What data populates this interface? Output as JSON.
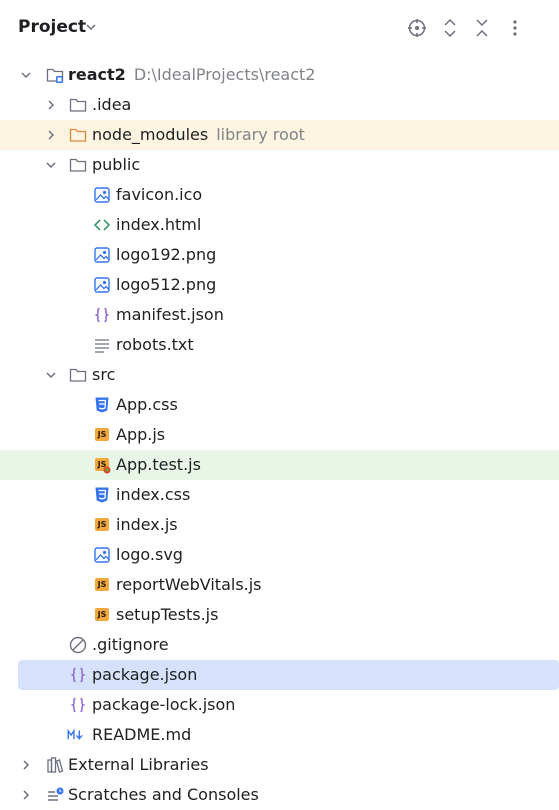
{
  "panel": {
    "title": "Project"
  },
  "header_icons": [
    "crosshair-icon",
    "expand-collapse-icon",
    "close-icon",
    "more-icon"
  ],
  "tree": {
    "root": {
      "label": "react2",
      "path": "D:\\IdealProjects\\react2"
    },
    "idea": {
      "label": ".idea"
    },
    "node_modules": {
      "label": "node_modules",
      "note": "library root"
    },
    "public": {
      "label": "public",
      "files": [
        "favicon.ico",
        "index.html",
        "logo192.png",
        "logo512.png",
        "manifest.json",
        "robots.txt"
      ]
    },
    "src": {
      "label": "src",
      "files": [
        "App.css",
        "App.js",
        "App.test.js",
        "index.css",
        "index.js",
        "logo.svg",
        "reportWebVitals.js",
        "setupTests.js"
      ]
    },
    "root_files": [
      ".gitignore",
      "package.json",
      "package-lock.json",
      "README.md"
    ],
    "external_libraries": "External Libraries",
    "scratches": "Scratches and Consoles"
  },
  "colors": {
    "node_modules_highlight": "#fdf5e2",
    "test_file_highlight": "#e8f5e7",
    "selection": "#d6e1fb",
    "js_badge": "#f2a83c"
  }
}
